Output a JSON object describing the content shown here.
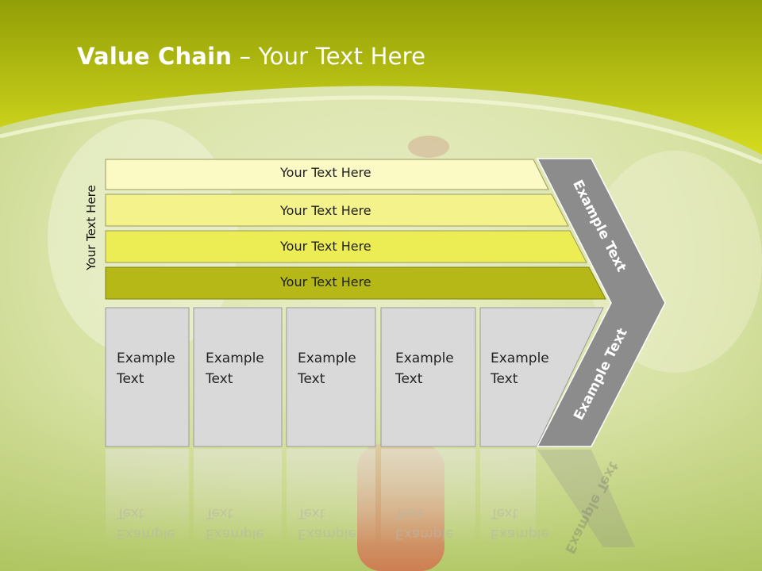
{
  "slide": {
    "title_bold": "Value Chain",
    "title_rest": " – Your Text Here",
    "side_label": "Your Text Here"
  },
  "bars": [
    {
      "label": "Your Text Here",
      "color": "#fbf9c4"
    },
    {
      "label": "Your Text Here",
      "color": "#f4f28a"
    },
    {
      "label": "Your Text Here",
      "color": "#ecec55"
    },
    {
      "label": "Your Text Here",
      "color": "#b5b816"
    }
  ],
  "boxes": [
    {
      "line1": "Example",
      "line2": "Text"
    },
    {
      "line1": "Example",
      "line2": "Text"
    },
    {
      "line1": "Example",
      "line2": "Text"
    },
    {
      "line1": "Example",
      "line2": "Text"
    },
    {
      "line1": "Example",
      "line2": "Text"
    }
  ],
  "chevron": {
    "upper_label": "Example Text",
    "lower_label": "Example Text",
    "color": "#8c8c8c"
  },
  "colors": {
    "header_top": "#9aa60a",
    "header_bottom": "#d2d91c",
    "box_fill": "#d9d9d9"
  }
}
